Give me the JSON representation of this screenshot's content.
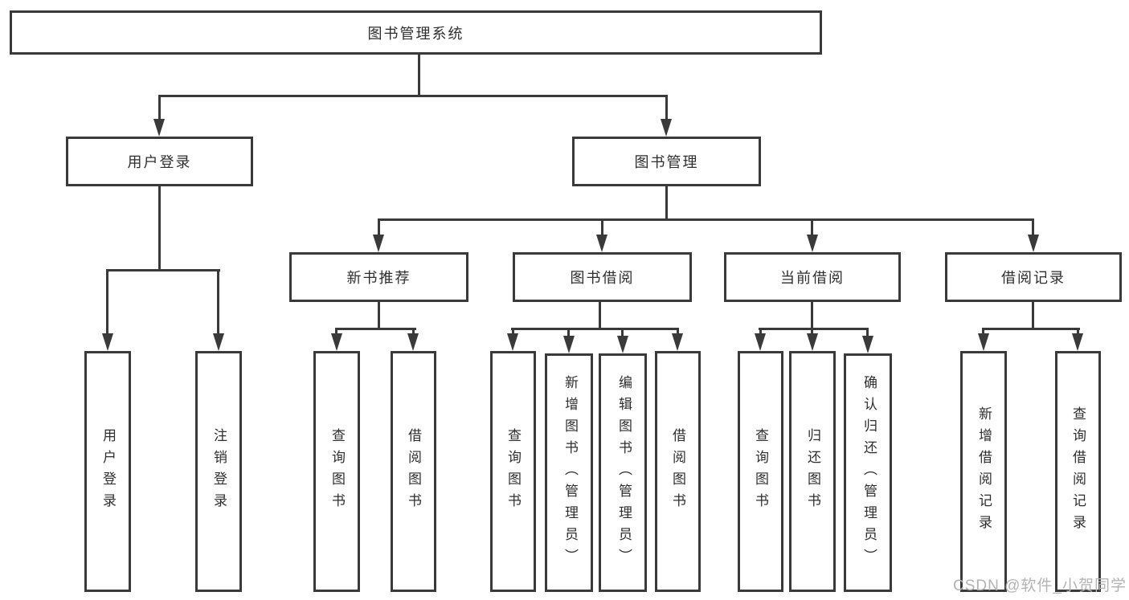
{
  "diagram_type": "hierarchy-flowchart",
  "colors": {
    "line": "#3a3a3a",
    "text": "#2e2e2e",
    "background": "#ffffff",
    "watermark": "#b3b3b3"
  },
  "watermark": "CSDN @软件_小贺同学",
  "tree": {
    "root": {
      "label": "图书管理系统",
      "children": [
        {
          "label": "用户登录",
          "children": [
            {
              "label": "用户登录"
            },
            {
              "label": "注销登录"
            }
          ]
        },
        {
          "label": "图书管理",
          "children": [
            {
              "label": "新书推荐",
              "children": [
                {
                  "label": "查询图书"
                },
                {
                  "label": "借阅图书"
                }
              ]
            },
            {
              "label": "图书借阅",
              "children": [
                {
                  "label": "查询图书"
                },
                {
                  "label": "新增图书（管理员）"
                },
                {
                  "label": "编辑图书（管理员）"
                },
                {
                  "label": "借阅图书"
                }
              ]
            },
            {
              "label": "当前借阅",
              "children": [
                {
                  "label": "查询图书"
                },
                {
                  "label": "归还图书"
                },
                {
                  "label": "确认归还（管理员）"
                }
              ]
            },
            {
              "label": "借阅记录",
              "children": [
                {
                  "label": "新增借阅记录"
                },
                {
                  "label": "查询借阅记录"
                }
              ]
            }
          ]
        }
      ]
    }
  }
}
